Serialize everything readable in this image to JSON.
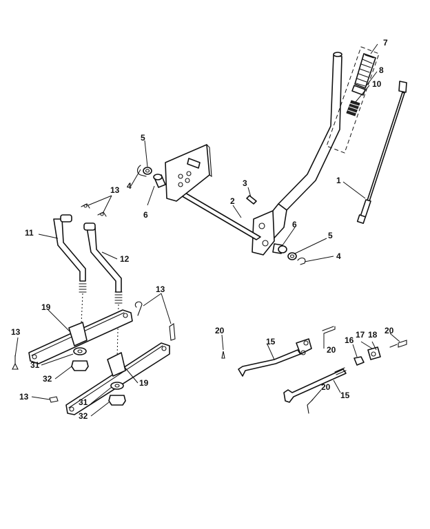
{
  "diagram": {
    "colors": {
      "ink": "#111111",
      "background": "#ffffff"
    },
    "callouts": {
      "c1": "1",
      "c2": "2",
      "c3": "3",
      "c4a": "4",
      "c4b": "4",
      "c5a": "5",
      "c5b": "5",
      "c6a": "6",
      "c6b": "6",
      "c7": "7",
      "c8": "8",
      "c10": "10",
      "c11": "11",
      "c12": "12",
      "c13a": "13",
      "c13b": "13",
      "c13c": "13",
      "c13d": "13",
      "c15a": "15",
      "c15b": "15",
      "c16": "16",
      "c17": "17",
      "c18": "18",
      "c19a": "19",
      "c19b": "19",
      "c20a": "20",
      "c20b": "20",
      "c20c": "20",
      "c20d": "20",
      "c31a": "31",
      "c31b": "31",
      "c32a": "32",
      "c32b": "32"
    }
  }
}
